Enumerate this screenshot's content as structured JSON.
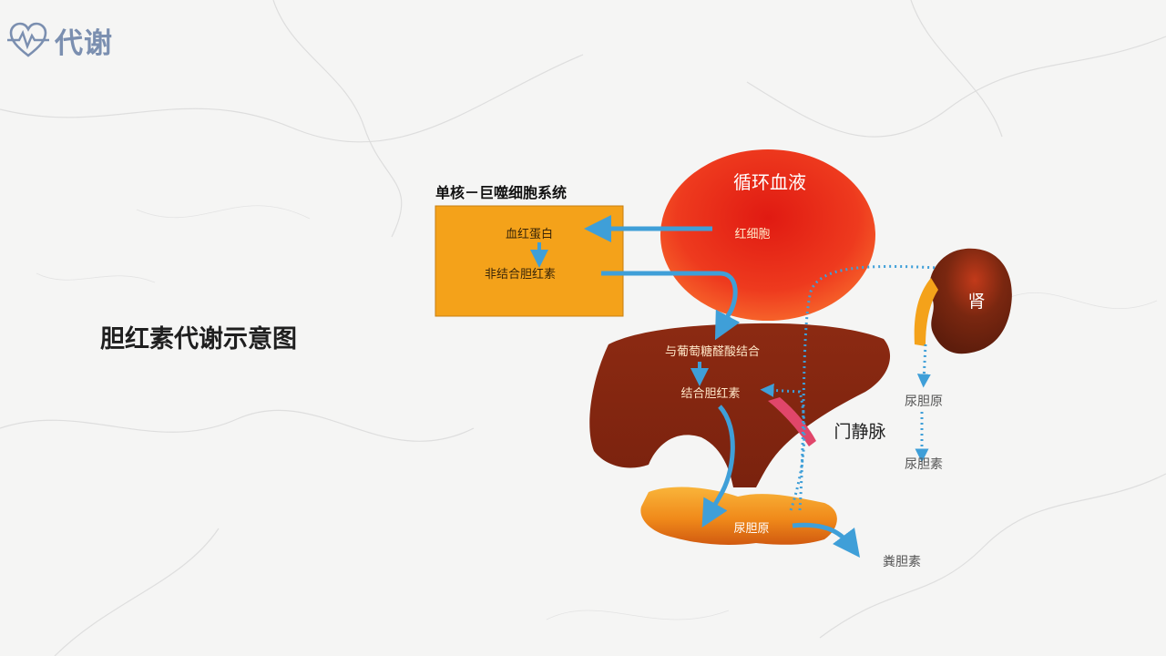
{
  "header": {
    "title": "代谢",
    "icon": "heart-pulse-icon"
  },
  "slide_title": "胆红素代谢示意图",
  "diagram": {
    "mps_title": "单核－巨噬细胞系统",
    "mps_hemoglobin": "血红蛋白",
    "mps_unconjugated": "非结合胆红素",
    "blood_title": "循环血液",
    "blood_rbc": "红细胞",
    "kidney": "肾",
    "liver_glucuronide": "与葡萄糖醛酸结合",
    "liver_conjugated": "结合胆红素",
    "portal_vein": "门静脉",
    "intestine_urobilinogen": "尿胆原",
    "feces_stercobilin": "粪胆素",
    "urine_urobilinogen": "尿胆原",
    "urine_urobilin": "尿胆素"
  },
  "colors": {
    "header": "#7b8fb0",
    "mps_box": "#f4a21a",
    "blood": "#ee3a1e",
    "liver": "#8c2a12",
    "arrow": "#3f9fd8",
    "kidney": "#7a2710",
    "intestine": "#f7a02a"
  }
}
